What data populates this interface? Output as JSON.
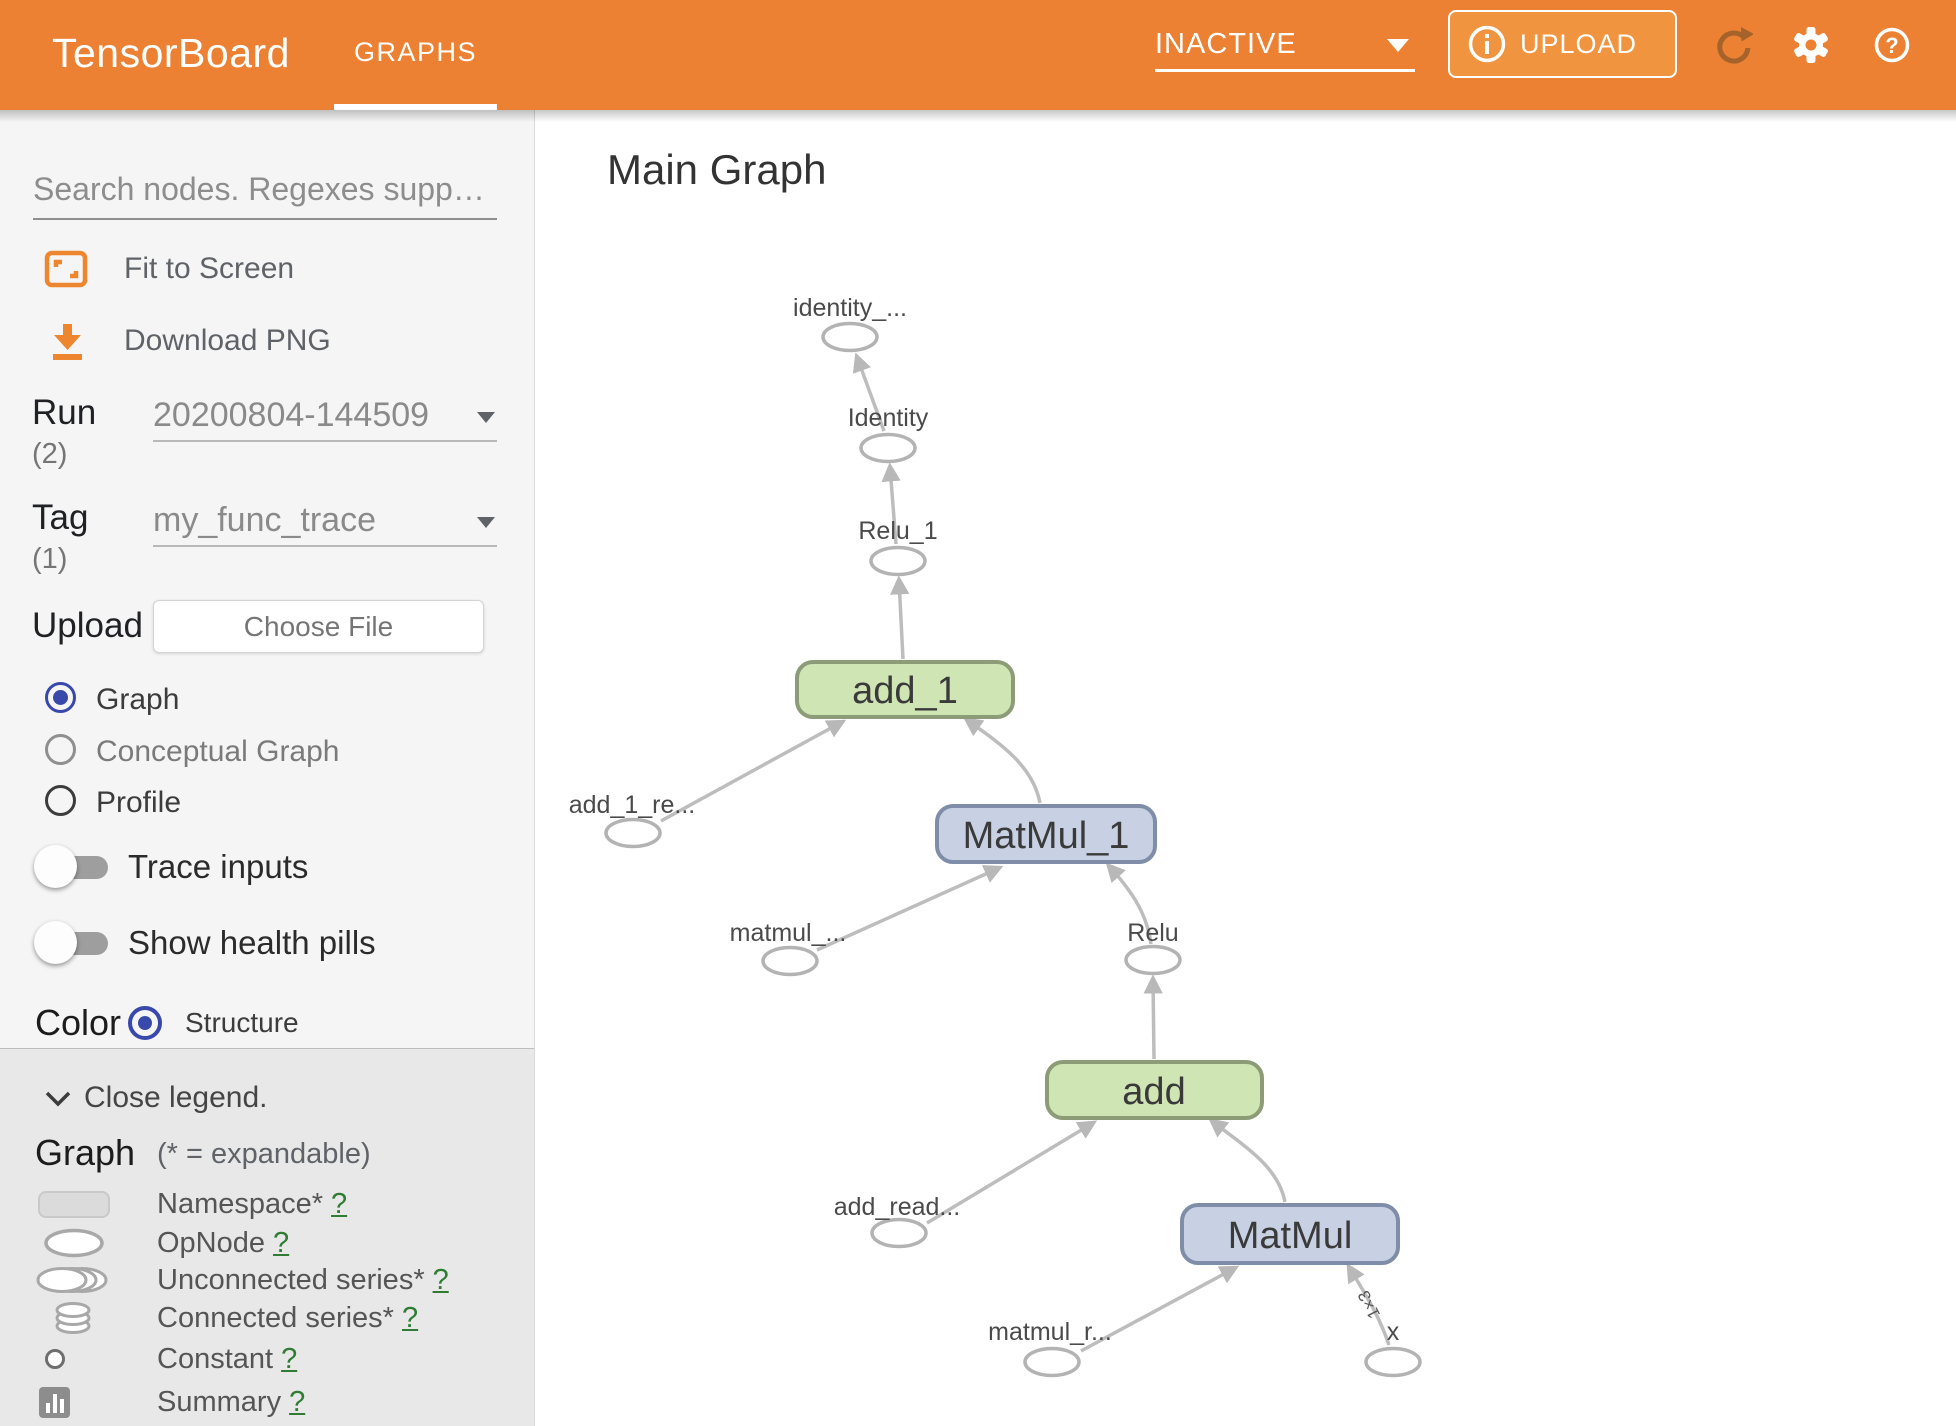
{
  "header": {
    "app_title": "TensorBoard",
    "tab_graphs": "GRAPHS",
    "status": "INACTIVE",
    "upload_label": "UPLOAD"
  },
  "sidebar": {
    "search_placeholder": "Search nodes. Regexes supported.",
    "fit_to_screen": "Fit to Screen",
    "download_png": "Download PNG",
    "run_label": "Run",
    "run_count": "(2)",
    "run_value": "20200804-144509",
    "tag_label": "Tag",
    "tag_count": "(1)",
    "tag_value": "my_func_trace",
    "upload_label": "Upload",
    "choose_file": "Choose File",
    "radio_graph": "Graph",
    "radio_conceptual": "Conceptual Graph",
    "radio_profile": "Profile",
    "toggle_trace": "Trace inputs",
    "toggle_health": "Show health pills",
    "color_label": "Color",
    "color_structure": "Structure"
  },
  "legend": {
    "close": "Close legend.",
    "graph_header": "Graph",
    "expandable_note": "(* = expandable)",
    "items": [
      {
        "icon": "namespace-icon",
        "label": "Namespace*",
        "help": "?"
      },
      {
        "icon": "opnode-icon",
        "label": "OpNode",
        "help": "?"
      },
      {
        "icon": "unconnected-series-icon",
        "label": "Unconnected series*",
        "help": "?"
      },
      {
        "icon": "connected-series-icon",
        "label": "Connected series*",
        "help": "?"
      },
      {
        "icon": "constant-icon",
        "label": "Constant",
        "help": "?"
      },
      {
        "icon": "summary-icon",
        "label": "Summary",
        "help": "?"
      }
    ]
  },
  "main": {
    "title": "Main Graph"
  },
  "graph": {
    "nodes": {
      "identity_out": "identity_...",
      "identity": "Identity",
      "relu_1": "Relu_1",
      "add_1": "add_1",
      "add_1_re": "add_1_re...",
      "matmul_1": "MatMul_1",
      "matmul_in": "matmul_...",
      "relu": "Relu",
      "add": "add",
      "add_read": "add_read...",
      "matmul": "MatMul",
      "matmul_r": "matmul_r...",
      "x": "x"
    },
    "edge_label": "1×3"
  },
  "icons": {
    "header": [
      "info-icon",
      "refresh-icon",
      "settings-gear-icon",
      "help-icon"
    ],
    "sidebar": [
      "fit-to-screen-icon",
      "download-icon",
      "dropdown-caret-icon",
      "chevron-down-icon"
    ]
  },
  "colors": {
    "header_orange": "#ec8033",
    "upload_button_orange": "#f0943f",
    "refresh_icon_brown": "#a5622b",
    "accent_indigo": "#3949ab",
    "help_link_green": "#2e7d32",
    "node_green_fill": "#cfe5b4",
    "node_green_border": "#8c9c76",
    "node_blue_fill": "#c7d1e3",
    "node_blue_border": "#7f8da9",
    "edge_gray": "#bdbdbd",
    "sidebar_bg": "#f5f5f5",
    "legend_bg": "#e8e8e8"
  }
}
